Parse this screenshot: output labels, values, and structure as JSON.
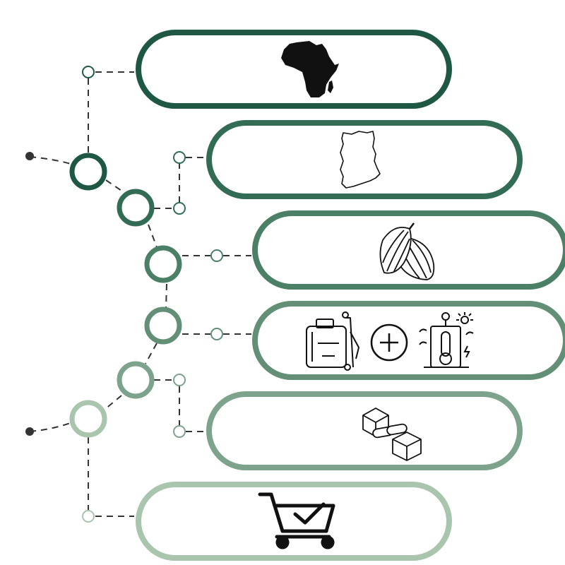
{
  "colors": {
    "stage1": "#1e5843",
    "stage2": "#336c55",
    "stage3": "#4b7f66",
    "stage4": "#628f76",
    "stage5": "#7da38c",
    "stage6": "#a9c5ae",
    "connector": "#333333",
    "icon": "#111111"
  },
  "stages": [
    {
      "name": "africa",
      "icon": "africa-map-icon"
    },
    {
      "name": "ghana",
      "icon": "ghana-map-icon"
    },
    {
      "name": "cocoa",
      "icon": "cocoa-pod-icon"
    },
    {
      "name": "inputs-climate",
      "icon": "sprayer-plus-weather-station-icon"
    },
    {
      "name": "value-chain",
      "icon": "chain-link-blocks-icon"
    },
    {
      "name": "market",
      "icon": "shopping-cart-check-icon"
    }
  ]
}
